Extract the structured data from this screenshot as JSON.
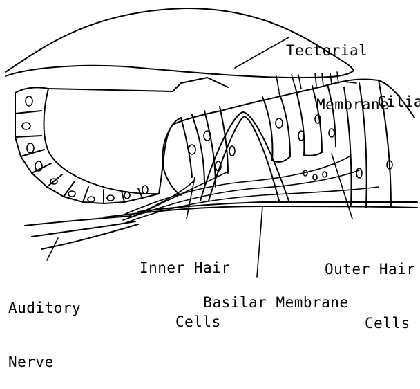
{
  "labels": {
    "tectorial": [
      "Tectorial",
      "Membrane"
    ],
    "cilia": "Cilia",
    "inner_hair_cells": [
      "Inner Hair",
      "Cells"
    ],
    "outer_hair_cells": [
      "Outer Hair",
      "Cells"
    ],
    "auditory_nerve": [
      "Auditory",
      "Nerve"
    ],
    "basilar": "Basilar Membrane"
  }
}
